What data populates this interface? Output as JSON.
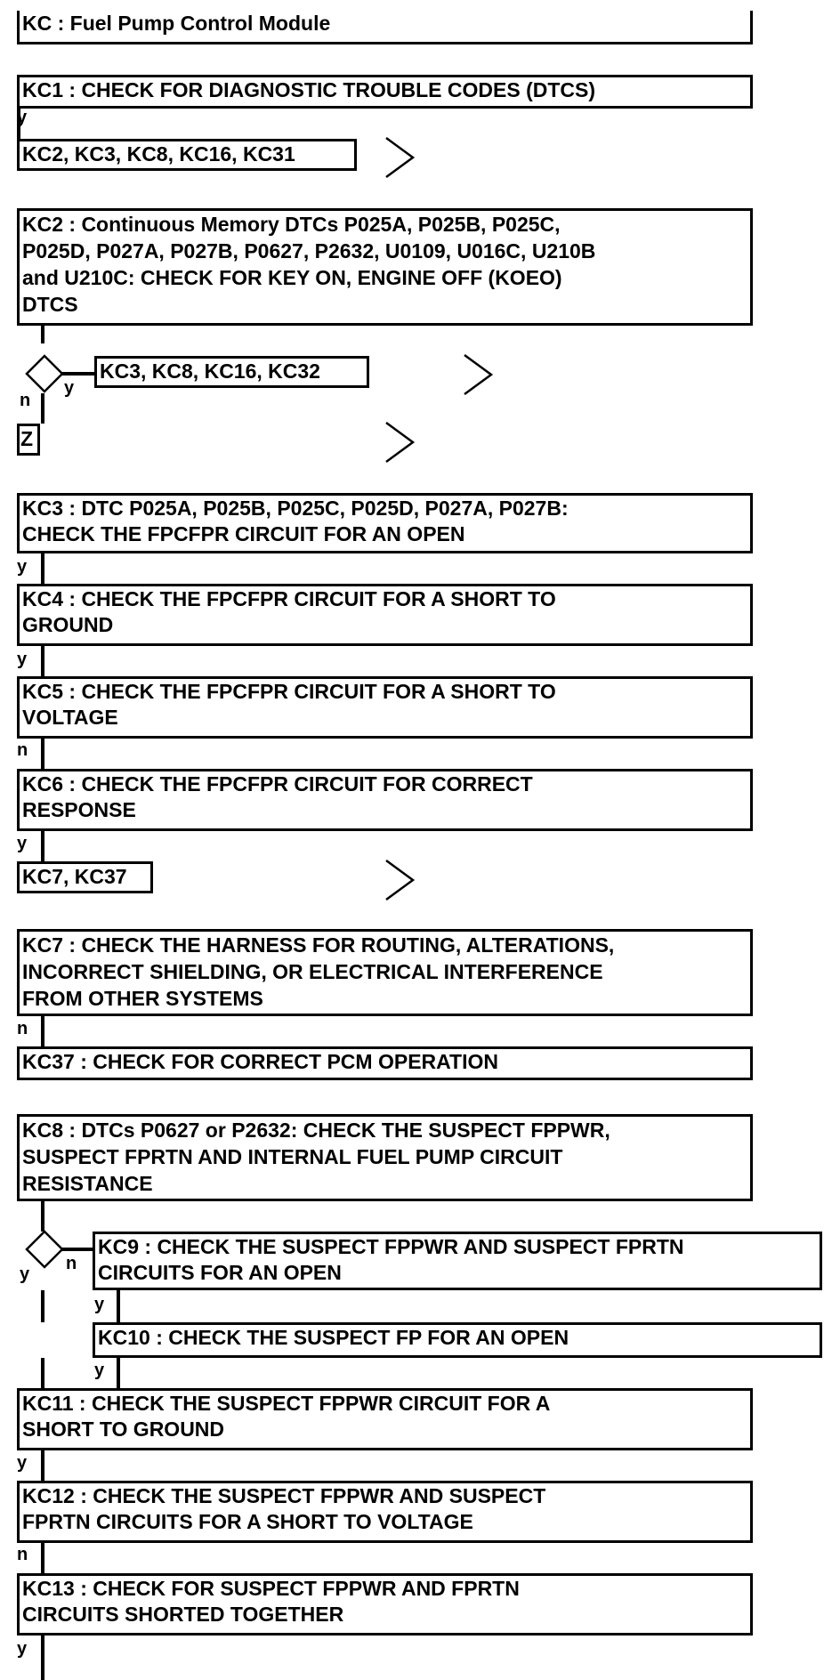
{
  "boxes": {
    "kc_title": "KC : Fuel Pump Control Module",
    "kc1": "KC1 : CHECK FOR DIAGNOSTIC TROUBLE CODES (DTCS)",
    "kc1_refs": "KC2, KC3, KC8, KC16, KC31",
    "kc2": "KC2 : Continuous Memory DTCs P025A, P025B, P025C,\nP025D, P027A, P027B, P0627, P2632, U0109, U016C, U210B\nand U210C: CHECK FOR KEY ON, ENGINE OFF (KOEO)\nDTCS",
    "kc2_refs": "KC3, KC8, KC16, KC32",
    "z_ref": "Z",
    "kc3": "KC3 : DTC P025A, P025B, P025C, P025D, P027A, P027B:\nCHECK THE FPCFPR CIRCUIT FOR AN OPEN",
    "kc4": "KC4 : CHECK THE FPCFPR CIRCUIT FOR A SHORT TO\nGROUND",
    "kc5": "KC5 : CHECK THE FPCFPR CIRCUIT FOR A SHORT TO\nVOLTAGE",
    "kc6": "KC6 : CHECK THE FPCFPR CIRCUIT FOR CORRECT\nRESPONSE",
    "kc6_refs": "KC7, KC37",
    "kc7": "KC7 : CHECK THE HARNESS FOR ROUTING, ALTERATIONS,\nINCORRECT SHIELDING, OR ELECTRICAL INTERFERENCE\nFROM OTHER SYSTEMS",
    "kc37": "KC37 : CHECK FOR CORRECT PCM OPERATION",
    "kc8": "KC8 : DTCs P0627 or P2632: CHECK THE SUSPECT FPPWR,\nSUSPECT FPRTN AND INTERNAL FUEL PUMP CIRCUIT\nRESISTANCE",
    "kc9": "KC9 : CHECK THE SUSPECT FPPWR AND SUSPECT FPRTN\nCIRCUITS FOR AN OPEN",
    "kc10": "KC10 : CHECK THE SUSPECT FP FOR AN OPEN",
    "kc11": "KC11 : CHECK THE SUSPECT FPPWR CIRCUIT FOR A\nSHORT TO GROUND",
    "kc12": "KC12 : CHECK THE SUSPECT FPPWR AND SUSPECT\nFPRTN CIRCUITS FOR A SHORT TO VOLTAGE",
    "kc13": "KC13 : CHECK FOR SUSPECT FPPWR AND FPRTN\nCIRCUITS SHORTED TOGETHER"
  },
  "labels": {
    "yes": "y",
    "no": "n"
  },
  "icons": {
    "next_arrow": "chevron-right-icon",
    "decision": "diamond-icon"
  }
}
